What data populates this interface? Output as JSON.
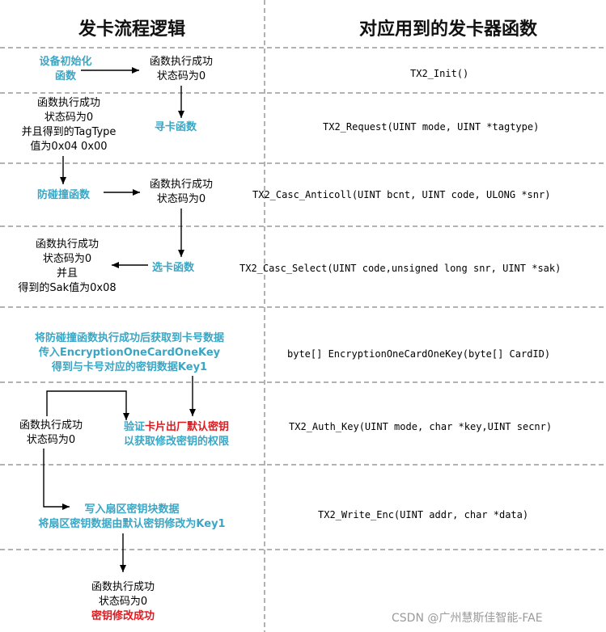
{
  "headers": {
    "left": "发卡流程逻辑",
    "right": "对应用到的发卡器函数"
  },
  "steps": [
    {
      "left_a": "设备初始化",
      "left_b": "函数",
      "result_a": "函数执行成功",
      "result_b": "状态码为0",
      "function": "TX2_Init()"
    },
    {
      "result_a": "函数执行成功",
      "result_b": "状态码为0",
      "result_c": "并且得到的TagType",
      "result_d": "值为0x04 0x00",
      "action": "寻卡函数",
      "function": "TX2_Request(UINT mode, UINT *tagtype)"
    },
    {
      "action": "防碰撞函数",
      "result_a": "函数执行成功",
      "result_b": "状态码为0",
      "function": "TX2_Casc_Anticoll(UINT bcnt, UINT code, ULONG *snr)"
    },
    {
      "result_a": "函数执行成功",
      "result_b": "状态码为0",
      "result_c": "并且",
      "result_d": "得到的Sak值为0x08",
      "action": "选卡函数",
      "function": "TX2_Casc_Select(UINT code,unsigned long snr, UINT *sak)"
    },
    {
      "line_a": "将防碰撞函数执行成功后获取到卡号数据",
      "line_b": "传入EncryptionOneCardOneKey",
      "line_c": "得到与卡号对应的密钥数据Key1",
      "function": "byte[] EncryptionOneCardOneKey(byte[] CardID)"
    },
    {
      "result_a": "函数执行成功",
      "result_b": "状态码为0",
      "verify_blue": "验证",
      "verify_red": "卡片出厂默认密钥",
      "verify_b": "以获取修改密钥的权限",
      "function": "TX2_Auth_Key(UINT mode, char *key,UINT secnr)"
    },
    {
      "line_a": "写入扇区密钥块数据",
      "line_b": "将扇区密钥数据由默认密钥修改为Key1",
      "function": "TX2_Write_Enc(UINT addr, char *data)"
    },
    {
      "result_a": "函数执行成功",
      "result_b": "状态码为0",
      "result_c": "密钥修改成功"
    }
  ],
  "watermark": "CSDN @广州慧斯佳智能-FAE",
  "colors": {
    "accent_blue": "#3aa6c4",
    "accent_red": "#e0191f",
    "divider": "#666666"
  }
}
